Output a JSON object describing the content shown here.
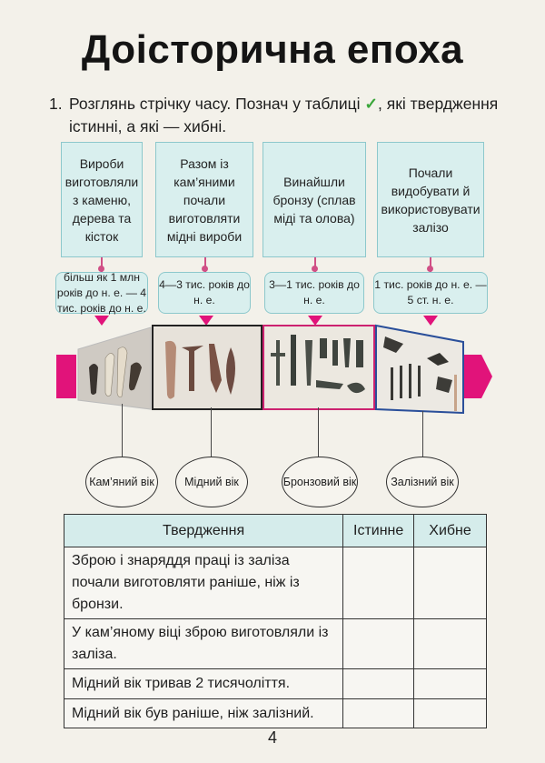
{
  "title": "Доісторична епоха",
  "task": {
    "number": "1.",
    "text_before_check": "Розглянь стрічку часу. Познач у таблиці ",
    "check_mark": "✓",
    "text_after_check": ", які твердження істинні, а які — хибні."
  },
  "timeline": [
    {
      "event": "Вироби виготовляли з каменю, дерева та кісток",
      "dates": "більш як 1 млн років до н. е. — 4 тис. років до н. е."
    },
    {
      "event": "Разом із кам’яними почали виготовляти мідні вироби",
      "dates": "4—3 тис. років до н. е."
    },
    {
      "event": "Винайшли бронзу (сплав міді та олова)",
      "dates": "3—1 тис. років до н. е."
    },
    {
      "event": "Почали видобувати й використовувати залізо",
      "dates": "1 тис. років до н. е. — 5 ст. н. е."
    }
  ],
  "eras": [
    "Кам’яний вік",
    "Мідний вік",
    "Бронзовий вік",
    "Залізний вік"
  ],
  "table": {
    "headers": [
      "Твердження",
      "Істинне",
      "Хибне"
    ],
    "rows": [
      "Зброю і знаряддя праці із заліза почали виготовляти раніше, ніж із бронзи.",
      "У кам’яному віці зброю виготовляли із заліза.",
      "Мідний вік тривав 2 тисячоліття.",
      "Мідний вік був раніше, ніж залізний."
    ]
  },
  "page_number": "4",
  "colors": {
    "accent_pink": "#e1137a",
    "box_fill": "#d9efee",
    "box_border": "#8dc8cc"
  }
}
